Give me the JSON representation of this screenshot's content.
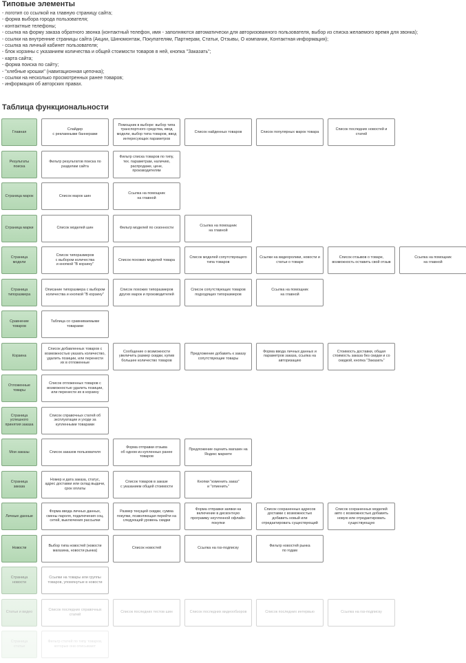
{
  "heading": "Типовые элементы",
  "bullets": [
    "- логотип со ссылкой на главную страницу сайта;",
    "- форма выбора города пользователя;",
    "- контактные телефоны;",
    "- ссылка на форму заказа обратного звонка (контактный телефон, имя - заполняются автоматически для авторизованного пользователя, выбор из списка желаемого время для звонка);",
    "- ссылки на внутренние страницы сайта (Акции, Шиномонтаж, Покупателям, Партнерам, Статьи, Отзывы, О компании, Контактная информация);",
    "- ссылка на личный кабинет пользователя;",
    "- блок корзины с указанием количества и общей стоимости товаров в ней, кнопка \"Заказать\";",
    "- карта сайта;",
    "- форма поиска по сайту;",
    "- \"хлебные крошки\" (навигационная цепочка);",
    "- ссылки на несколько просмотренных ранее товаров;",
    "- информация об авторских правах."
  ],
  "table_heading": "Таблица функциональности",
  "rows": [
    {
      "page": "Главная",
      "cells": [
        "Слайдер\nс рекламными баннерами",
        "Помощник в выборе: выбор типа транспортного средства, ввод модели, выбор типа товаров, ввод интересующих параметров",
        "Список найденных товаров",
        "Список популярных марок товара",
        "Список последних новостей и статей"
      ]
    },
    {
      "page": "Результаты поиска",
      "cells": [
        "Фильтр результатов поиска по разделам сайта",
        "Фильтр списка товаров по типу, тех. параметрам, наличию, распродаже, цене, производителям"
      ]
    },
    {
      "page": "Страница марок",
      "cells": [
        "Список марок шин",
        "Ссылка на помощник\nна главной"
      ]
    },
    {
      "page": "Страница марки",
      "cells": [
        "Список моделей шин",
        "Фильтр моделей по сезонности",
        "Ссылка на помощник\nна главной"
      ]
    },
    {
      "page": "Страница модели",
      "cells": [
        "Список типоразмеров\nс выбором количества\nи кнопкой \"В корзину\"",
        "Список похожих моделей товара",
        "Список моделей сопутствующего типа товаров",
        "Ссылки на видеоролики, новости и статьи о товаре",
        "Список отзывов о товаре, возможность оставить свой отзыв",
        "Ссылка на помощник\nна главной"
      ]
    },
    {
      "page": "Страница типоразмера",
      "cells": [
        "Описание типоразмера с выбором количества и кнопкой \"В корзину\"",
        "Список похожих типоразмеров других марок и производителей",
        "Список сопутствующих товаров подходящих типоразмеров",
        "Ссылка на помощник\nна главной"
      ]
    },
    {
      "page": "Сравнение товаров",
      "cells": [
        "Таблица со сравниваемыми товарами"
      ]
    },
    {
      "page": "Корзина",
      "cells": [
        "Список добавленных товаров с возможностью указать количество, удалить позиции, или перенести их в отложенные",
        "Сообщение о возможности увеличить размер скидки, купив большее количество товаров",
        "Предложение добавить к заказу сопутствующие товары",
        "Форма ввода личных данных и параметров заказа, ссылка на авторизацию",
        "Стоимость доставки, общая стоимость заказа без скидки и со скидкой, кнопка \"Заказать\""
      ]
    },
    {
      "page": "Отложенные товары",
      "cells": [
        "Список отложенных товаров с возможностью удалить позиции, или перенести их в корзину"
      ]
    },
    {
      "page": "Страница успешного принятия заказа",
      "cells": [
        "Список справочных статей об эксплуатации и уходе за купленными товарами"
      ]
    },
    {
      "page": "Мои заказы",
      "cells": [
        "Список заказов пользователя",
        "Форма отправки отзыва\nоб одном из купленных ранее товаров",
        "Предложение оценить магазин на Яндекс маркете"
      ]
    },
    {
      "page": "Страница заказа",
      "cells": [
        "Номер и дата заказа, статус, адрес доставки или склад выдачи, срок оплаты",
        "Список товаров в заказе\nс указанием общей стоимости",
        "Кнопки \"изменить заказ\"\nи \"отменить\""
      ]
    },
    {
      "page": "Личные данные",
      "cells": [
        "Форма ввода личных данных, смены пароля, подключения соц. сетей, выключения рассылки",
        "Размер текущей скидки, сумма покупки, позволяющая перейти на следующий уровень скидки",
        "Форма отправки заявки на включение в дисконтную программу неучтенной офлайн-покупки",
        "Список сохраненных адресов доставки с возможностью добавить новый или отредактировать существующий",
        "Список сохраненных моделей авто с возможностью добавить новую или отредактировать существующую"
      ]
    },
    {
      "page": "Новости",
      "cells": [
        "Выбор типа новостей (новости магазина, новости рынка)",
        "Список новостей",
        "Ссылка на rss-подписку",
        "Фильтр новостей рынка\nпо годам"
      ]
    },
    {
      "page": "Страница новости",
      "cells": [
        "Ссылки на товары или группы товаров, упомянутые в новости"
      ]
    },
    {
      "page": "Статьи и видео",
      "cells": [
        "Список последних справочных статей",
        "Список последних тестов шин",
        "Список последних видеообзоров",
        "Список последних интервью",
        "Ссылка на rss-подписку"
      ]
    },
    {
      "page": "Страница статьи",
      "cells": [
        "Фильтр статей по типу товаров, которые они описывают"
      ]
    }
  ]
}
